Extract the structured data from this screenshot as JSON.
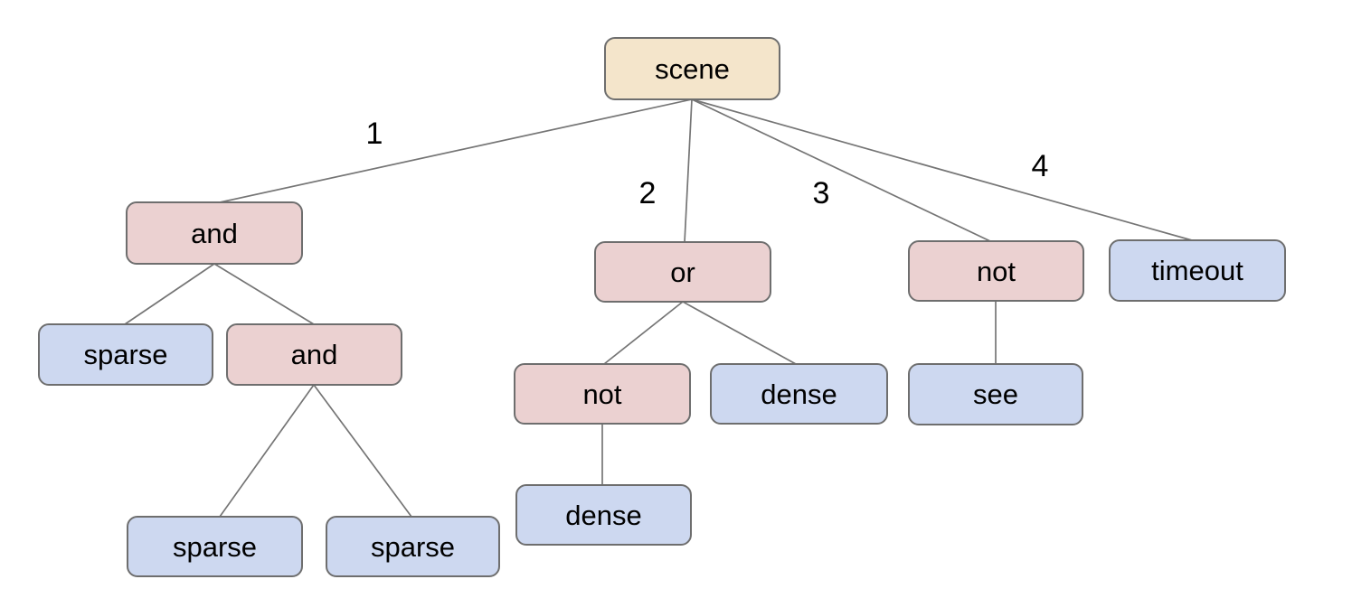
{
  "diagram": {
    "nodes": [
      {
        "id": "scene",
        "label": "scene",
        "kind": "root"
      },
      {
        "id": "and-1",
        "label": "and",
        "kind": "operator"
      },
      {
        "id": "or-1",
        "label": "or",
        "kind": "operator"
      },
      {
        "id": "not-1",
        "label": "not",
        "kind": "operator"
      },
      {
        "id": "timeout",
        "label": "timeout",
        "kind": "leaf"
      },
      {
        "id": "sparse-1",
        "label": "sparse",
        "kind": "leaf"
      },
      {
        "id": "and-2",
        "label": "and",
        "kind": "operator"
      },
      {
        "id": "sparse-2",
        "label": "sparse",
        "kind": "leaf"
      },
      {
        "id": "sparse-3",
        "label": "sparse",
        "kind": "leaf"
      },
      {
        "id": "not-2",
        "label": "not",
        "kind": "operator"
      },
      {
        "id": "dense-1",
        "label": "dense",
        "kind": "leaf"
      },
      {
        "id": "dense-2",
        "label": "dense",
        "kind": "leaf"
      },
      {
        "id": "see-1",
        "label": "see",
        "kind": "leaf"
      }
    ],
    "edges": [
      {
        "from": "scene",
        "to": "and-1",
        "label": "1"
      },
      {
        "from": "scene",
        "to": "or-1",
        "label": "2"
      },
      {
        "from": "scene",
        "to": "not-1",
        "label": "3"
      },
      {
        "from": "scene",
        "to": "timeout",
        "label": "4"
      },
      {
        "from": "and-1",
        "to": "sparse-1",
        "label": ""
      },
      {
        "from": "and-1",
        "to": "and-2",
        "label": ""
      },
      {
        "from": "and-2",
        "to": "sparse-2",
        "label": ""
      },
      {
        "from": "and-2",
        "to": "sparse-3",
        "label": ""
      },
      {
        "from": "or-1",
        "to": "not-2",
        "label": ""
      },
      {
        "from": "or-1",
        "to": "dense-1",
        "label": ""
      },
      {
        "from": "not-2",
        "to": "dense-2",
        "label": ""
      },
      {
        "from": "not-1",
        "to": "see-1",
        "label": ""
      }
    ],
    "colors": {
      "root_fill": "#f4e5cb",
      "operator_fill": "#ebd1d1",
      "leaf_fill": "#cdd8f0",
      "node_border": "#6e6e6e",
      "edge_line": "#757575",
      "text": "#000000",
      "background": "#ffffff"
    }
  }
}
